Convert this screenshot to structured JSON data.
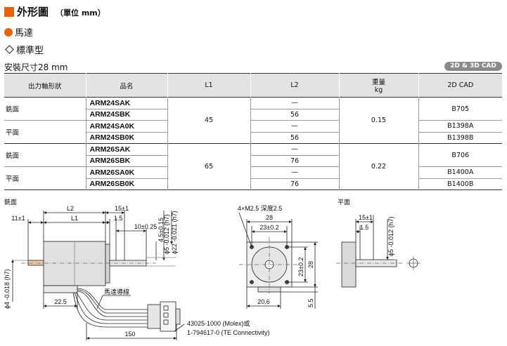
{
  "heading": {
    "title": "外形圖",
    "unit": "（單位 mm）"
  },
  "section_motor": "馬達",
  "section_type": "標準型",
  "size_line": "安裝尺寸28 mm",
  "cad_badge": "2D & 3D CAD",
  "table": {
    "headers": [
      "出力軸形狀",
      "品名",
      "L1",
      "L2",
      "重量",
      "kg",
      "2D CAD"
    ],
    "shapes": [
      "銑面",
      "平面",
      "銑面",
      "平面"
    ],
    "models": [
      "ARM24SAK",
      "ARM24SBK",
      "ARM24SA0K",
      "ARM24SB0K",
      "ARM26SAK",
      "ARM26SBK",
      "ARM26SA0K",
      "ARM26SB0K"
    ],
    "l1": [
      "45",
      "65"
    ],
    "l2": [
      "—",
      "56",
      "—",
      "56",
      "—",
      "76",
      "—",
      "76"
    ],
    "weight": [
      "0.15",
      "0.22"
    ],
    "cad": [
      "B705",
      "B1398A",
      "B1398B",
      "B706",
      "B1400A",
      "B1400B"
    ]
  },
  "drawing": {
    "label_side": "銑面",
    "label_flat": "平面",
    "dims": {
      "l2": "L2",
      "l1": "L1",
      "d11": "11±1",
      "d15": "15±1",
      "d15b": "1.5",
      "d10": "10±0.25",
      "d45": "4.5±0.15",
      "phi5": "ϕ5 -0.012 (h7)",
      "phi22": "ϕ22 -0.021 (h7)",
      "phi4": "ϕ4 -0.018 (h7)",
      "d225": "22.5",
      "d150": "150",
      "front_holes": "4×M2.5 深度2.5",
      "front_28": "28",
      "front_23": "23±0.2",
      "front_23v": "23±0.2",
      "front_28v": "28",
      "front_206": "20.6",
      "front_55": "5.5",
      "flat_15": "15±1",
      "flat_15b": "1.5",
      "flat_phi5": "ϕ5 -0.012 (h7)"
    },
    "lead_label": "馬達導線",
    "connector_line1": "43025-1000 (Molex)或",
    "connector_line2": "1-794617-0 (TE Connectivity)"
  }
}
